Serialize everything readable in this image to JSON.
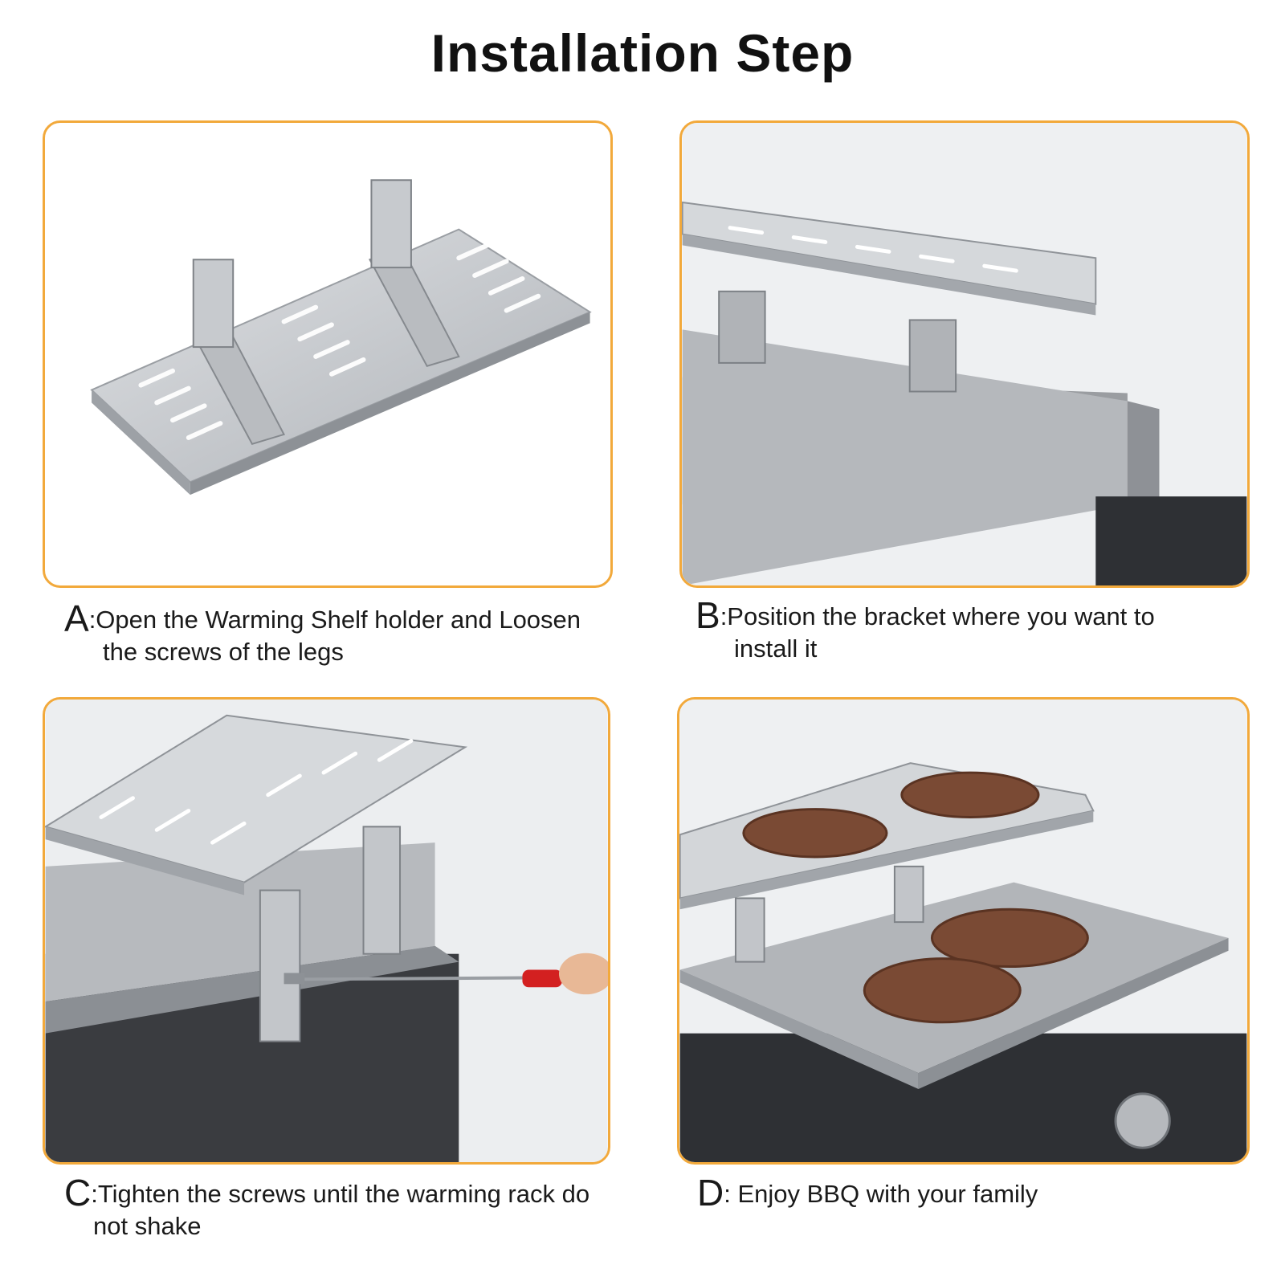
{
  "title": "Installation Step",
  "steps": [
    {
      "letter": "A",
      "line1": ":Open the Warming Shelf holder and Loosen",
      "line2": "the screws of the legs"
    },
    {
      "letter": "B",
      "line1": ":Position the bracket where you want to",
      "line2": "install it"
    },
    {
      "letter": "C",
      "line1": ":Tighten the screws until the warming rack do",
      "line2": "not shake"
    },
    {
      "letter": "D",
      "line1": ": Enjoy BBQ with your family",
      "line2": ""
    }
  ],
  "colors": {
    "panel_border": "#f2a93b",
    "steel": "#c9ccd0",
    "griddle_dark": "#2e3034",
    "meat": "#7a4a34"
  }
}
